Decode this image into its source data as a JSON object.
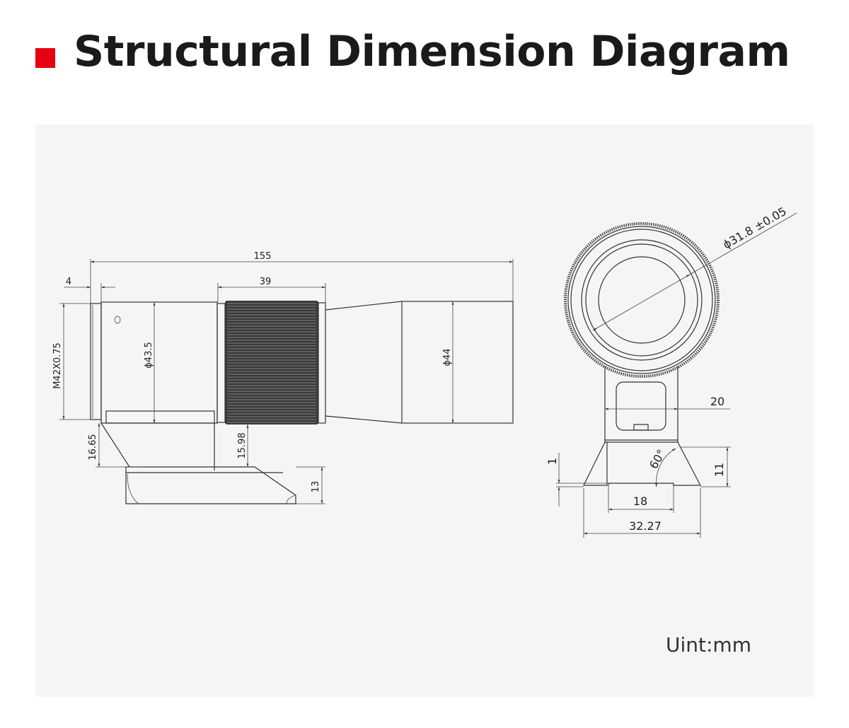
{
  "header": {
    "title": "Structural Dimension Diagram",
    "accent": "#e60012"
  },
  "side_view": {
    "overall_length": "155",
    "thread_length": "4",
    "focus_ring_width": "39",
    "thread_spec": "M42X0.75",
    "body_diameter": "ϕ43.5",
    "tube_diameter": "ϕ44",
    "ring_height": "15.98",
    "mount_height": "16.65",
    "base_height": "13"
  },
  "front_view": {
    "bore_diameter": "ϕ31.8 ±0.05",
    "neck_width": "20",
    "base_offset": "1",
    "angle": "60°",
    "base_height": "11",
    "slot_width": "18",
    "base_width": "32.27"
  },
  "unit": "Uint:mm"
}
